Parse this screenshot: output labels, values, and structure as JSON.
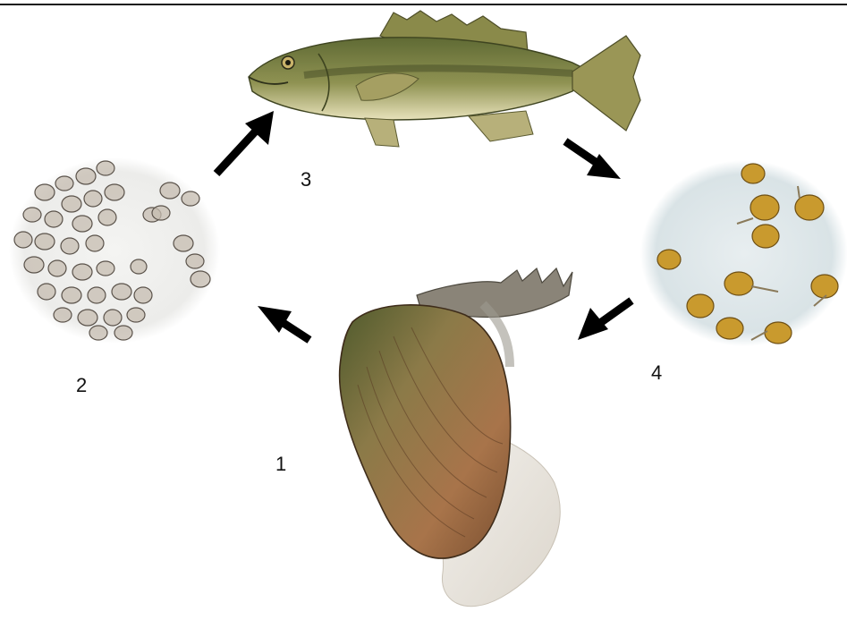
{
  "stages": [
    {
      "number": "1"
    },
    {
      "number": "2"
    },
    {
      "number": "3"
    },
    {
      "number": "4"
    }
  ],
  "colors": {
    "rule": "#1a1a1a",
    "arrow": "#000000",
    "fish_body": "#8b8a4e",
    "fish_belly": "#e6e0b8",
    "shell_brown": "#9c6b44",
    "shell_green": "#6b6a3a",
    "glochidia_clear": "#b9b0a4",
    "juvenile_gold": "#c99a2e",
    "circle_bg_left": "#f1f1ef",
    "circle_bg_right": "#dfe8ea"
  }
}
